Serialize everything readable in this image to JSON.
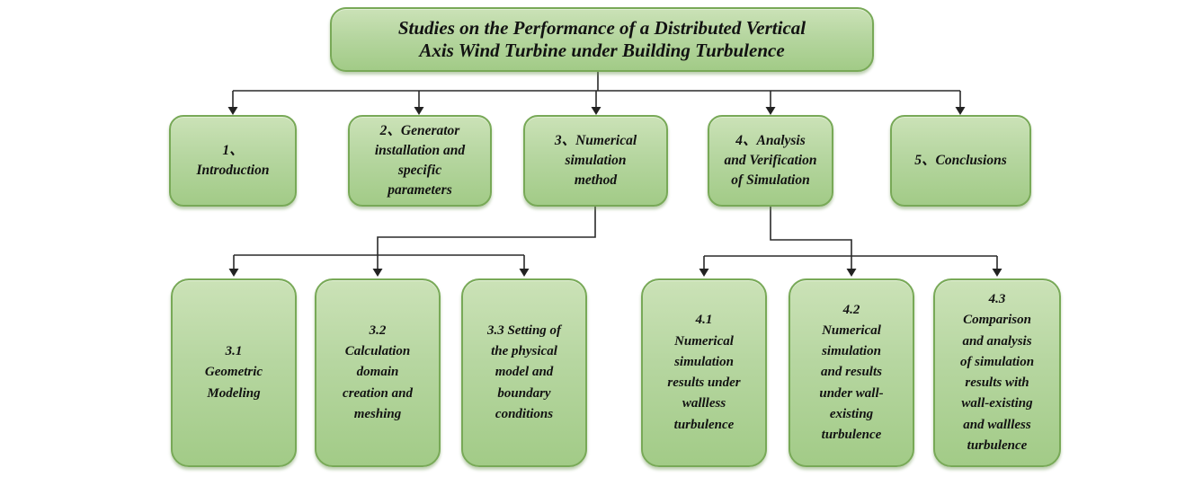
{
  "colors": {
    "background": "#ffffff",
    "node_fill_top": "#cbe2b7",
    "node_fill_bottom": "#a2cb87",
    "node_border": "#78a957",
    "connector_line": "#2a2a2a",
    "text": "#121212"
  },
  "root": {
    "label": "Studies on the Performance of a Distributed Vertical\nAxis Wind Turbine under Building Turbulence"
  },
  "level2": [
    {
      "label": "1、\nIntroduction"
    },
    {
      "label": "2、Generator\ninstallation and\nspecific\nparameters"
    },
    {
      "label": "3、Numerical\nsimulation\nmethod"
    },
    {
      "label": "4、Analysis\nand Verification\nof Simulation"
    },
    {
      "label": "5、Conclusions"
    }
  ],
  "level3": [
    {
      "label": "3.1\nGeometric\nModeling"
    },
    {
      "label": "3.2\nCalculation\ndomain\ncreation and\nmeshing"
    },
    {
      "label": "3.3 Setting of\nthe physical\nmodel and\nboundary\nconditions"
    },
    {
      "label": "4.1\nNumerical\nsimulation\nresults under\nwallless\nturbulence"
    },
    {
      "label": "4.2\nNumerical\nsimulation\nand results\nunder wall-\nexisting\nturbulence"
    },
    {
      "label": "4.3\nComparison\nand analysis\nof simulation\nresults with\nwall-existing\nand wallless\nturbulence"
    }
  ]
}
